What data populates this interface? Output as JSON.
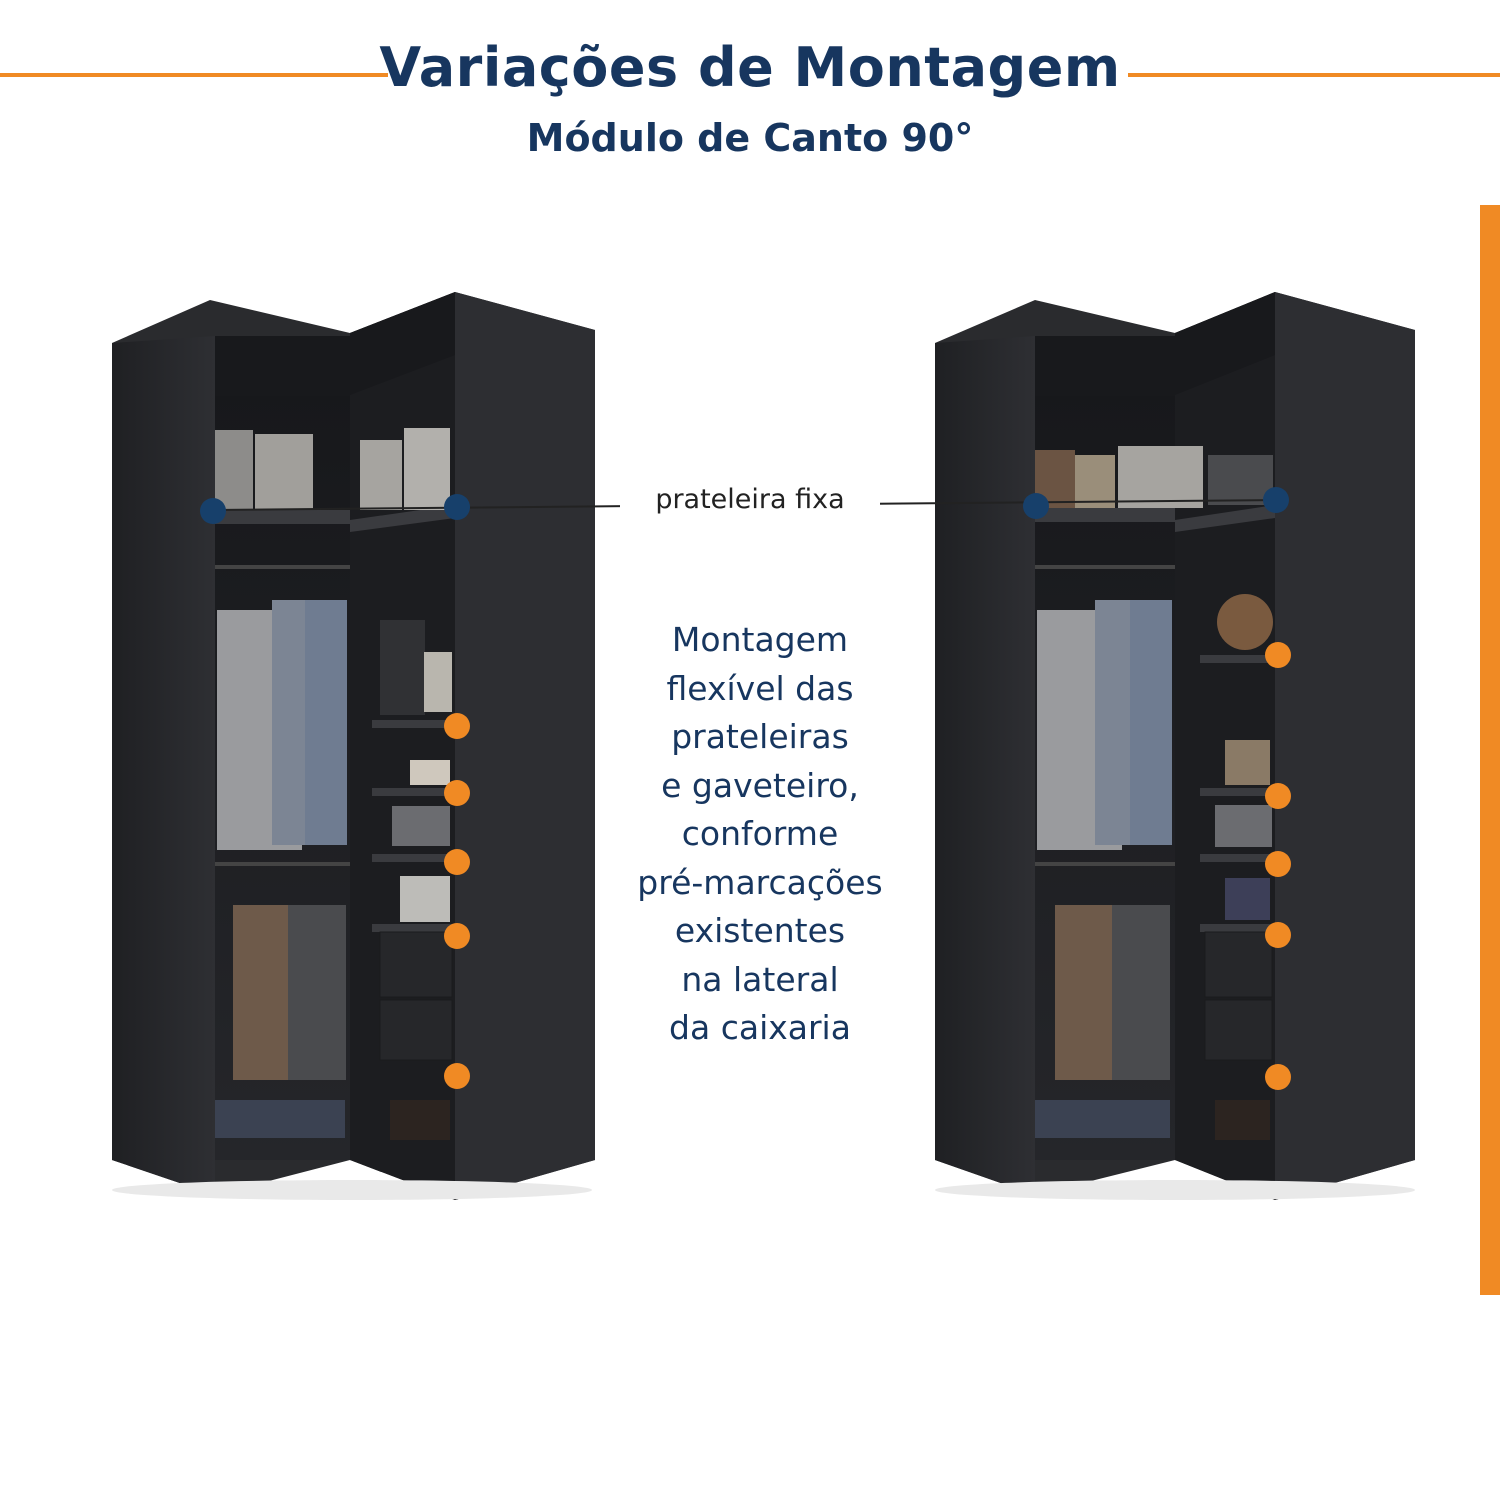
{
  "header": {
    "title": "Variações de Montagem",
    "subtitle": "Módulo de Canto 90°"
  },
  "callout": {
    "label": "prateleira fixa"
  },
  "description": {
    "lines": [
      "Montagem",
      "flexível das",
      "prateleiras",
      "e gaveteiro,",
      "conforme",
      "pré-marcações",
      "existentes",
      "na lateral",
      "da caixaria"
    ]
  },
  "colors": {
    "accent_orange": "#f08a24",
    "brand_navy": "#17365f",
    "cabinet": "#2b2c2f",
    "fixed_dot": "#17406b",
    "flex_dot": "#f08a24"
  }
}
